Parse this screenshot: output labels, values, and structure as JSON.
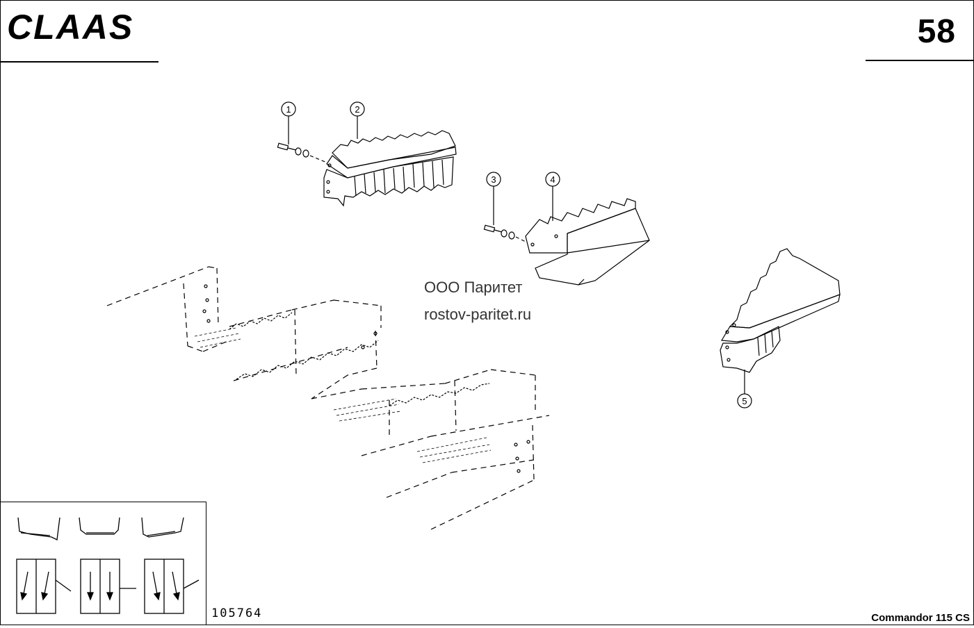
{
  "header": {
    "brand": "CLAAS",
    "page_number": "58"
  },
  "footer": {
    "document_id": "105764",
    "model": "Commandor 115 CS"
  },
  "watermark": {
    "line1": "ООО Паритет",
    "line2": "rostov-paritet.ru"
  },
  "callouts": [
    {
      "label": "1"
    },
    {
      "label": "2"
    },
    {
      "label": "3"
    },
    {
      "label": "4"
    },
    {
      "label": "5"
    }
  ]
}
